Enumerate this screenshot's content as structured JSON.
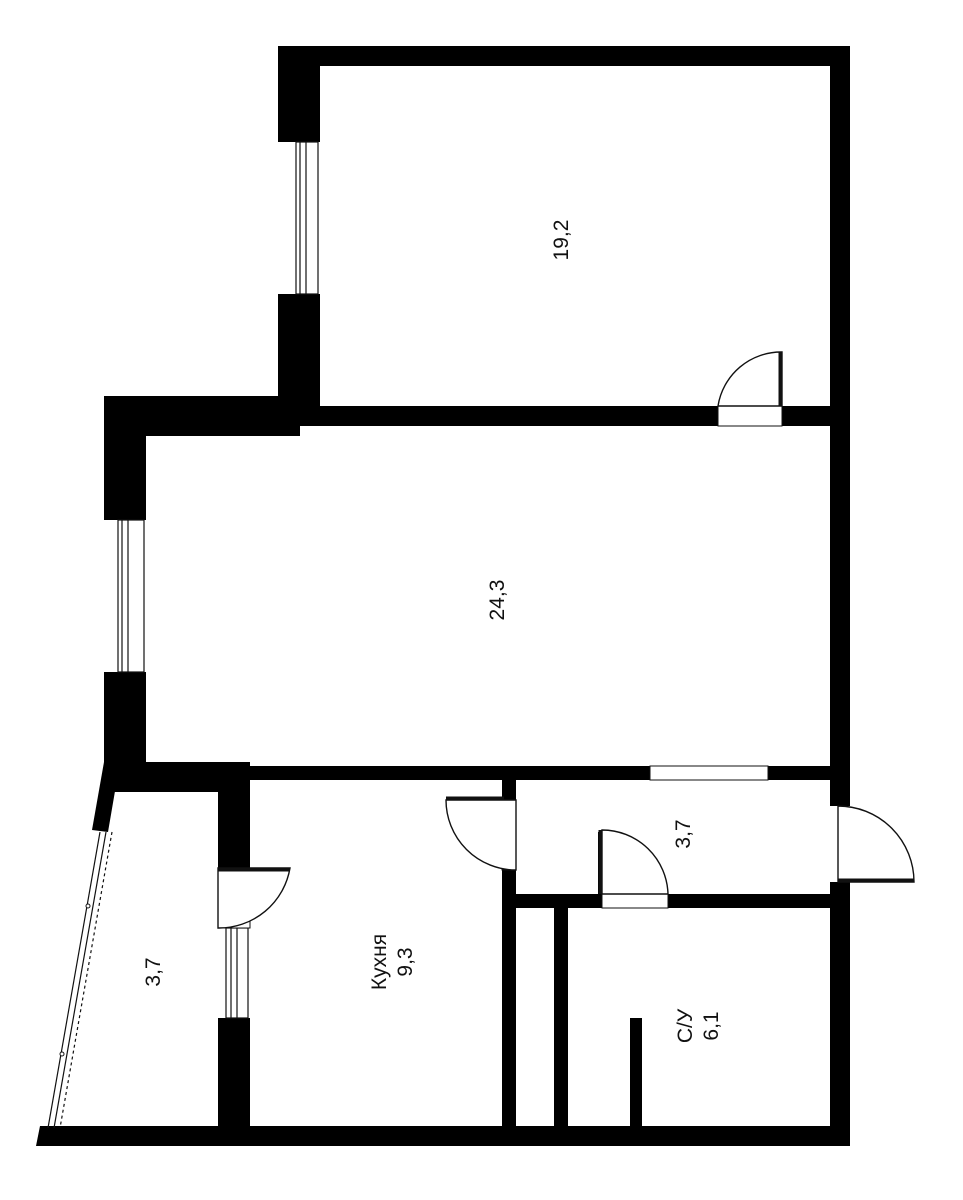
{
  "rooms": [
    {
      "id": "bedroom",
      "area": "19,2"
    },
    {
      "id": "living-room",
      "area": "24,3"
    },
    {
      "id": "hallway",
      "area": "3,7"
    },
    {
      "id": "kitchen",
      "name": "Кухня",
      "area": "9,3"
    },
    {
      "id": "loggia",
      "area": "3,7"
    },
    {
      "id": "bathroom",
      "name": "С/У",
      "area": "6,1"
    }
  ]
}
